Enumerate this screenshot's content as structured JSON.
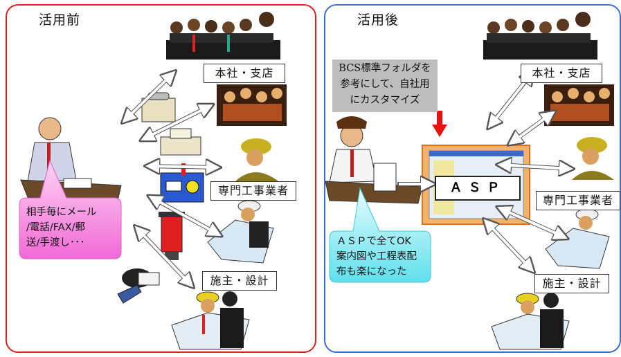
{
  "before": {
    "title": "活用前",
    "labels": {
      "hq": "本社・支店",
      "contractor": "専門工事業者",
      "owner": "施主・設計"
    },
    "callout": [
      "相手毎にメール",
      "/電話/FAX/郵",
      "送/手渡し･･･"
    ]
  },
  "after": {
    "title": "活用後",
    "note": [
      "BCS標準フォルダを",
      "参考にして、自社用",
      "にカスタマイズ"
    ],
    "asp": "ＡＳＰ",
    "labels": {
      "hq": "本社・支店",
      "contractor": "専門工事業者",
      "owner": "施主・設計"
    },
    "callout": [
      "ＡＳＰで全てOK",
      "案内図や工程表配",
      "布も楽になった"
    ]
  },
  "colors": {
    "before_border": "#e02020",
    "after_border": "#3a6ed0",
    "callout_pink": "#f48ce0",
    "callout_cyan": "#7ee8f0",
    "arrow_red": "#e81010"
  }
}
